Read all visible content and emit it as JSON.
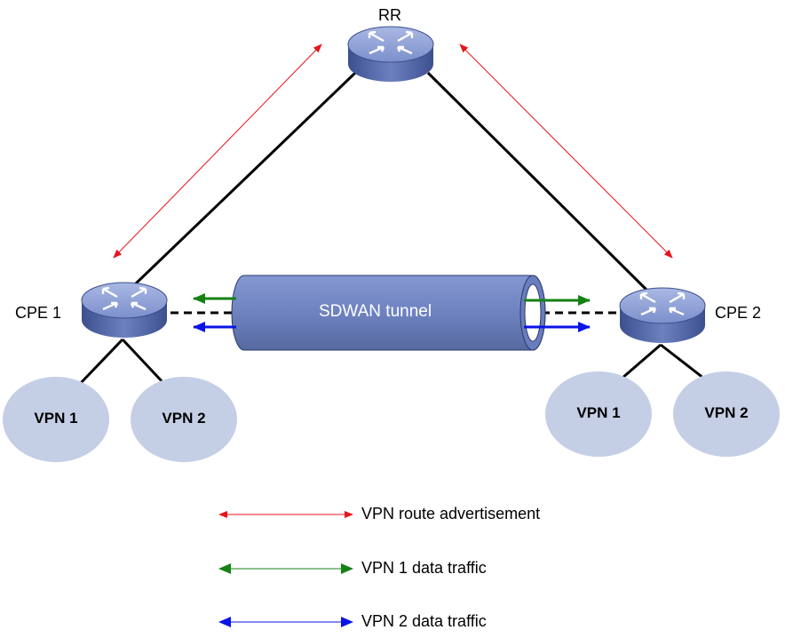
{
  "nodes": {
    "rr": {
      "label": "RR"
    },
    "cpe1": {
      "label": "CPE 1"
    },
    "cpe2": {
      "label": "CPE 2"
    }
  },
  "sites": {
    "cpe1_vpn1": "VPN 1",
    "cpe1_vpn2": "VPN 2",
    "cpe2_vpn1": "VPN 1",
    "cpe2_vpn2": "VPN 2"
  },
  "tunnel": {
    "label": "SDWAN tunnel"
  },
  "legend": {
    "route": {
      "label": "VPN route advertisement",
      "color": "#e8141b"
    },
    "vpn1": {
      "label": "VPN 1 data traffic",
      "color": "#168214"
    },
    "vpn2": {
      "label": "VPN 2 data traffic",
      "color": "#0a14e6"
    }
  },
  "colors": {
    "router_body": "#6d80bf",
    "tunnel": "#7285c2",
    "site_fill": "#c4cfe6"
  }
}
